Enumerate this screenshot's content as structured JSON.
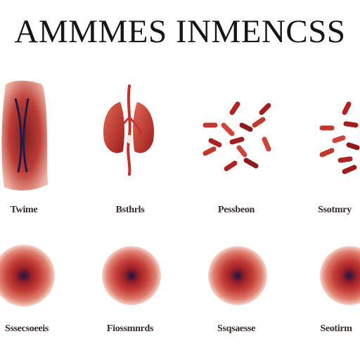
{
  "title": "AMMMES INMENCSS",
  "row1_labels": [
    "Twime",
    "Bsthrls",
    "Pessbeon",
    "Ssotmry"
  ],
  "row2_labels": [
    "Sssecsoeeis",
    "Fiossmnrds",
    "Ssqsaesse",
    "Seotirm"
  ],
  "colors": {
    "deep_red": "#8d1b1b",
    "red": "#c0392b",
    "light_red": "#e07a6a",
    "nucleus": "#2a1446",
    "title": "#161616"
  }
}
